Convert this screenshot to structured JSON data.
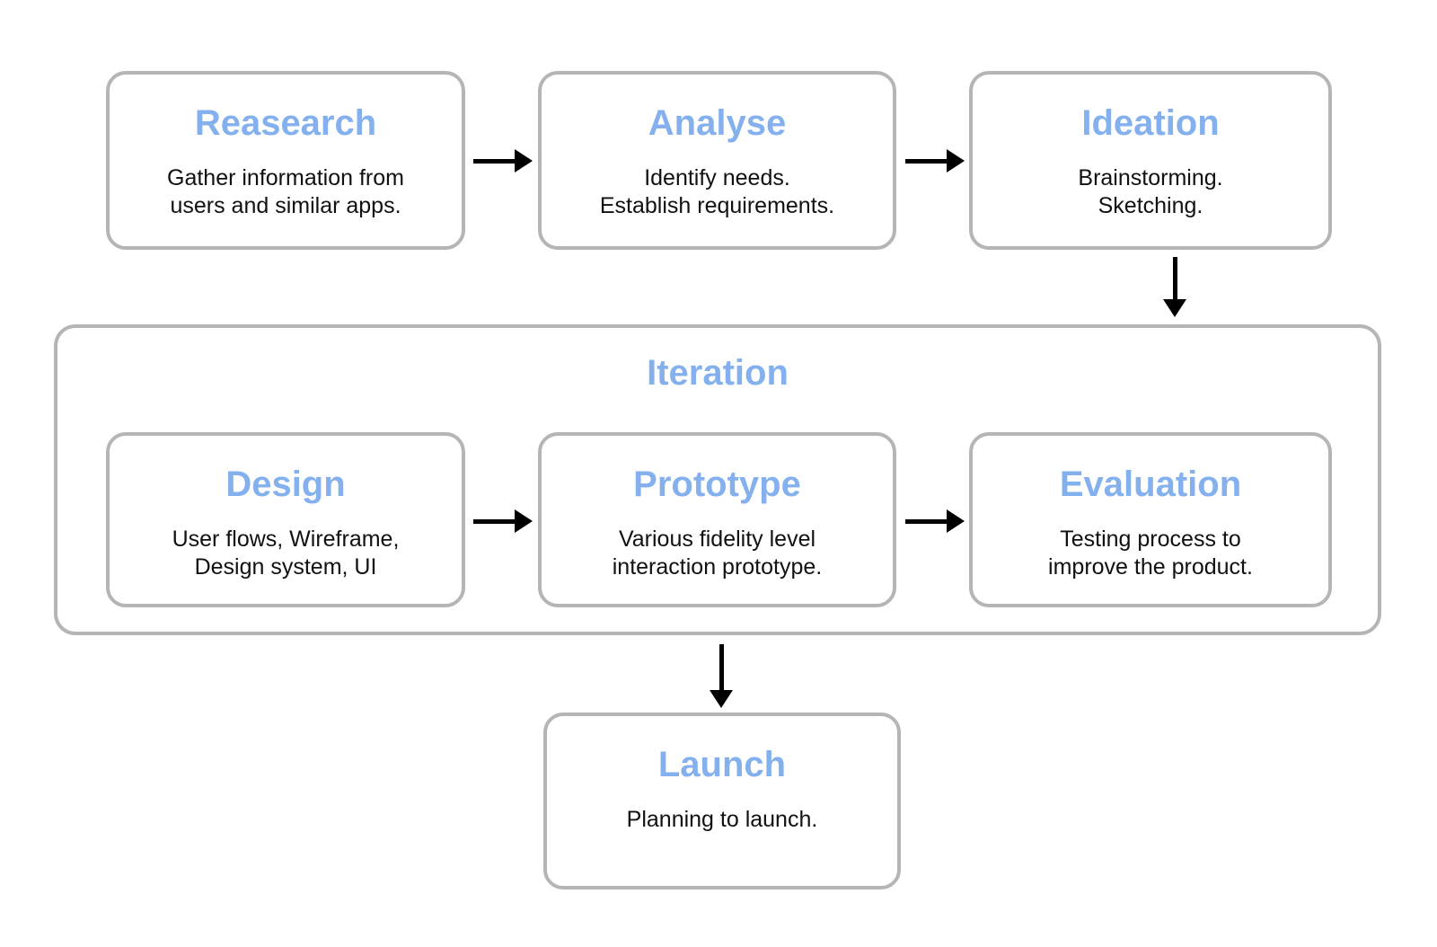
{
  "diagram": {
    "nodes": {
      "research": {
        "title": "Reasearch",
        "desc": [
          "Gather information from",
          "users and similar apps."
        ]
      },
      "analyse": {
        "title": "Analyse",
        "desc": [
          "Identify needs.",
          "Establish requirements."
        ]
      },
      "ideation": {
        "title": "Ideation",
        "desc": [
          "Brainstorming.",
          "Sketching."
        ]
      },
      "iteration": {
        "title": "Iteration"
      },
      "design": {
        "title": "Design",
        "desc": [
          "User flows, Wireframe,",
          "Design system, UI"
        ]
      },
      "prototype": {
        "title": "Prototype",
        "desc": [
          "Various fidelity level",
          "interaction prototype."
        ]
      },
      "evaluation": {
        "title": "Evaluation",
        "desc": [
          "Testing process to",
          "improve the product."
        ]
      },
      "launch": {
        "title": "Launch",
        "desc": [
          "Planning to launch."
        ]
      }
    },
    "colors": {
      "accent_blue": "#84b1ee",
      "border_gray": "#b5b5b5",
      "text_black": "#111111",
      "arrow_black": "#000000",
      "background": "#ffffff"
    }
  }
}
